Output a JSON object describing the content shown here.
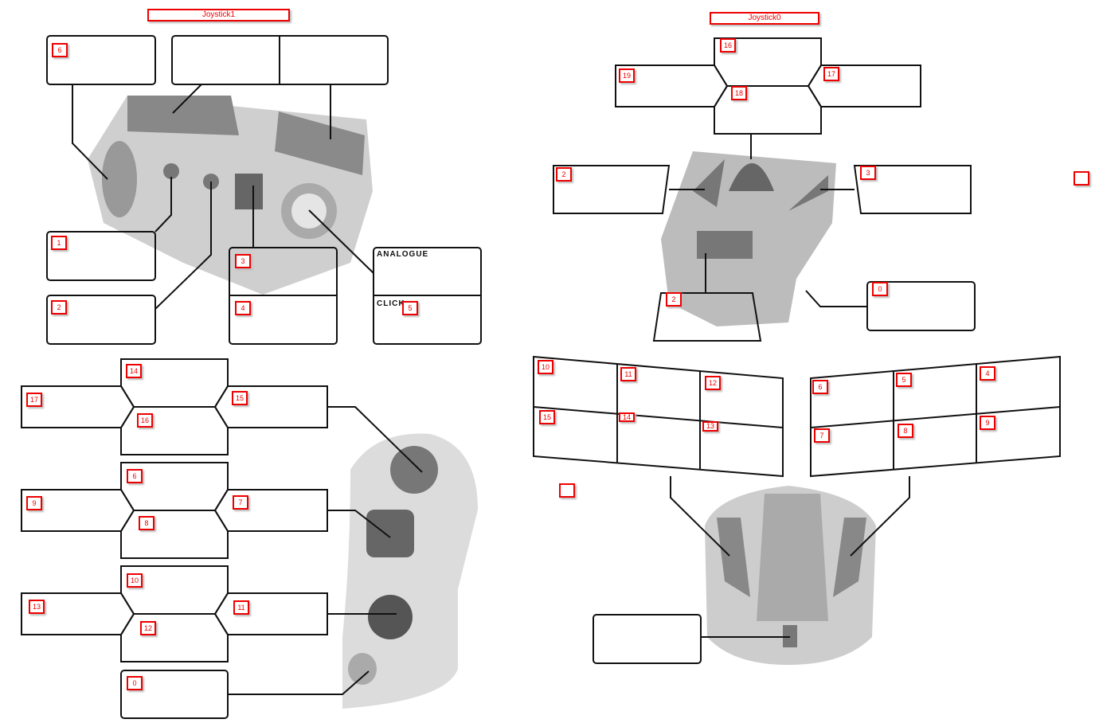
{
  "titles": {
    "left": "Joystick1",
    "right": "Joystick0"
  },
  "j1_top": {
    "l6": "6",
    "l1": "1",
    "l2": "2",
    "l3": "3",
    "l4": "4",
    "l5": "5",
    "analogue": "ANALOGUE",
    "click": "CLICK"
  },
  "j1_bottom": {
    "g1": [
      "14",
      "17",
      "15",
      "16"
    ],
    "g2": [
      "6",
      "9",
      "7",
      "8"
    ],
    "g3": [
      "10",
      "13",
      "11",
      "12"
    ],
    "l0": "0"
  },
  "j0_top": {
    "hat": [
      "16",
      "19",
      "17",
      "18"
    ],
    "l2": "2",
    "l3": "3",
    "l2b": "2",
    "l0": "0"
  },
  "j0_bottom": {
    "left": [
      "10",
      "11",
      "12",
      "15",
      "14",
      "13"
    ],
    "right": [
      "6",
      "5",
      "4",
      "7",
      "8",
      "9"
    ]
  },
  "colors": {
    "label": "#e00000",
    "line": "#000000"
  }
}
